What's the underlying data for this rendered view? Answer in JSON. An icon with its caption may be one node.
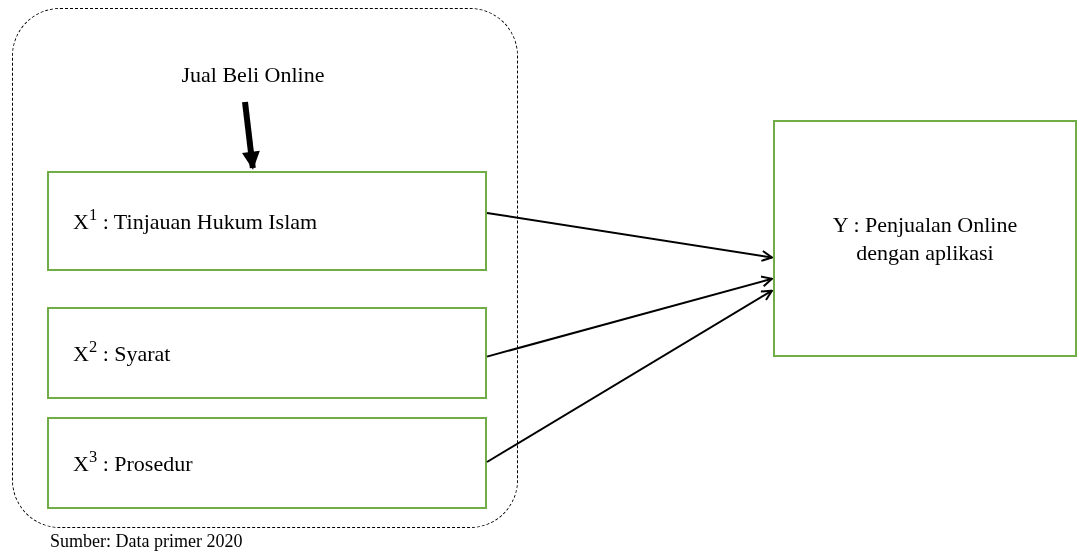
{
  "diagram": {
    "caption": "Sumber: Data primer 2020",
    "nodes": [
      {
        "text": [],
        "shape": "box"
      },
      {
        "text": [
          "Jual Beli Online"
        ],
        "in": 0
      },
      {
        "text": [
          "X$^{1}$ : Tinjauan Hukum Islam"
        ],
        "in": 0
      },
      {
        "text": [
          "X$^{2}$ :  Syarat"
        ],
        "in": 0
      },
      {
        "text": [
          "X$^{3}$ :  Prosedur"
        ],
        "in": 0
      },
      {
        "text": [
          "Y : Penjualan Online dengan aplikasi"
        ]
      }
    ],
    "edges": [
      {
        "from": 1,
        "to": 2,
        "arrow": "to",
        "style": "thick"
      },
      {
        "from": 2,
        "to": 5,
        "arrow": "to"
      },
      {
        "from": 3,
        "to": 5,
        "arrow": "to"
      },
      {
        "from": 4,
        "to": 5,
        "arrow": "to"
      }
    ]
  }
}
